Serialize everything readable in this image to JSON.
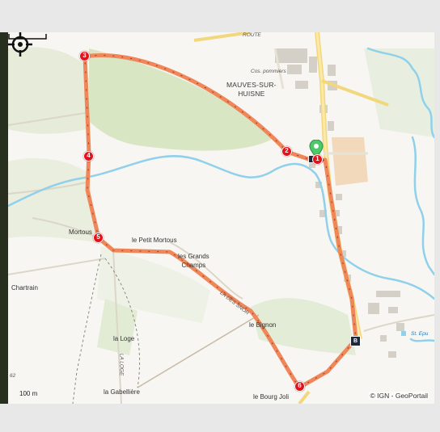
{
  "map": {
    "places": {
      "mauves": "MAUVES-SUR-\nHUISNE",
      "cos_pommiers": "Cos. pommiers",
      "mortous": "Mortous",
      "petit_mortous": "le Petit Mortous",
      "grands_champs": "les Grands\nChamps",
      "chartrain": "Chartrain",
      "la_loge": "la Loge",
      "la_loge_road": "LA LOGE",
      "bignon": "le Bignon",
      "gabelliere": "la Gabellière",
      "bourg_joli": "le Bourg Joli",
      "st_epu": "St. Epu",
      "road_top": "ROUTE",
      "road_diag": "LA DES SNOR"
    },
    "waypoints": [
      "1",
      "2",
      "3",
      "4",
      "5",
      "6"
    ],
    "end_marker": "B",
    "scale_label": "100 m",
    "attribution": "© IGN - GeoPortail",
    "small_number": "62",
    "colors": {
      "route": "#f0875a",
      "route_arrows": "#9a3a1e",
      "waypoint": "#e3121b",
      "river": "#8fd0ea",
      "start_pin": "#4cc96a"
    }
  }
}
